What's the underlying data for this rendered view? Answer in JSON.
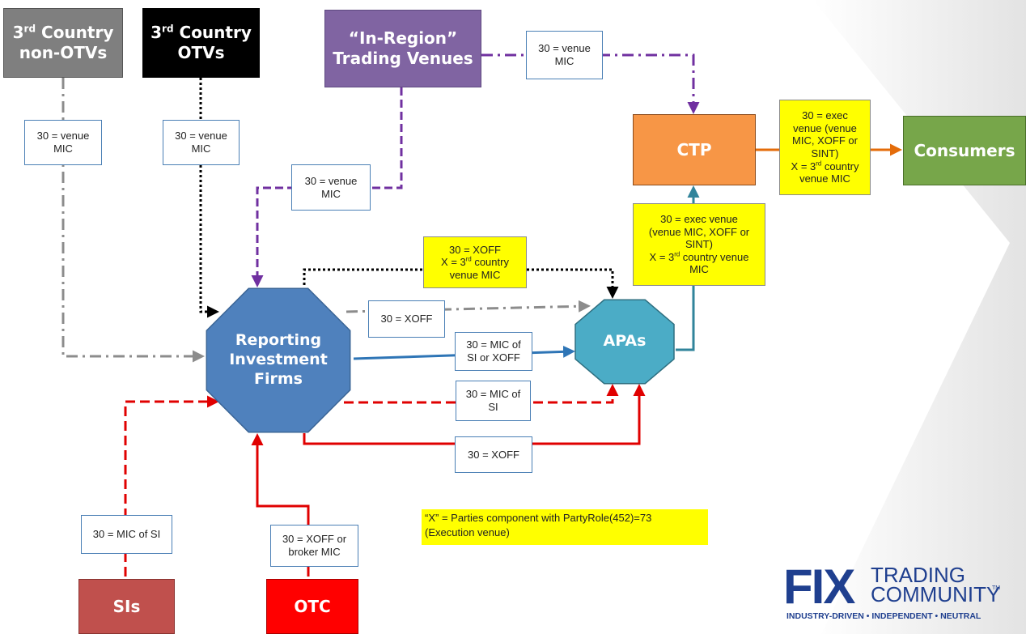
{
  "nodes": {
    "third_non_otv": {
      "line1_pre": "3",
      "line1_sup": "rd",
      "line1_post": " Country",
      "line2": "non-OTVs",
      "color": "#7f7f7f"
    },
    "third_otv": {
      "line1_pre": "3",
      "line1_sup": "rd",
      "line1_post": " Country",
      "line2": "OTVs",
      "color": "#000000"
    },
    "in_region": {
      "text": "“In-Region”\nTrading Venues",
      "color": "#8064a2"
    },
    "ctp": {
      "text": "CTP",
      "color": "#f79646"
    },
    "consumers": {
      "text": "Consumers",
      "color": "#77a64a"
    },
    "rif": {
      "text": "Reporting\nInvestment\nFirms",
      "color": "#4f81bd"
    },
    "apas": {
      "text": "APAs",
      "color": "#4bacc6"
    },
    "sis": {
      "text": "SIs",
      "color": "#c0504d"
    },
    "otc": {
      "text": "OTC",
      "color": "#ff0000"
    }
  },
  "labels": {
    "in_region_ctp": "30 = venue\nMIC",
    "non_otv_rif": "30 = venue\nMIC",
    "otv_rif": "30 = venue\nMIC",
    "in_region_rif": "30 = venue\nMIC",
    "ctp_consumers": {
      "l1": "30 = exec",
      "l2": "venue (venue",
      "l3": "MIC, XOFF or",
      "l4": "SINT)",
      "l5_pre": "X = 3",
      "l5_sup": "rd",
      "l5_post": " country",
      "l6": "venue MIC"
    },
    "apas_ctp": {
      "l1": "30 = exec venue",
      "l2": "(venue MIC, XOFF or",
      "l3": "SINT)",
      "l4_pre": "X = 3",
      "l4_sup": "rd",
      "l4_post": " country venue",
      "l5": "MIC"
    },
    "xoff_x": {
      "l1": "30 = XOFF",
      "l2_pre": "X = 3",
      "l2_sup": "rd",
      "l2_post": " country",
      "l3": "venue MIC"
    },
    "rif_apas_xoff": "30 = XOFF",
    "rif_apas_mic": "30 = MIC of\nSI or XOFF",
    "si_apas": "30 = MIC of\nSI",
    "otc_apas": "30 = XOFF",
    "sis_rif": "30 = MIC of SI",
    "otc_rif": "30 = XOFF or\nbroker MIC"
  },
  "note": {
    "line1": "“X” = Parties component with PartyRole(452)=73",
    "line2": "(Execution venue)"
  },
  "logo": {
    "brand": "FIX",
    "word1": "TRADING",
    "word2": "COMMUNITY",
    "tm": "TM",
    "tagline": "INDUSTRY-DRIVEN • INDEPENDENT • NEUTRAL",
    "color": "#1f3f8f"
  },
  "colors": {
    "gray": "#8c8c8c",
    "black": "#000000",
    "purple": "#7030a0",
    "orange": "#e46c0a",
    "teal": "#31849b",
    "blue": "#2e75b6",
    "red": "#e00000"
  }
}
